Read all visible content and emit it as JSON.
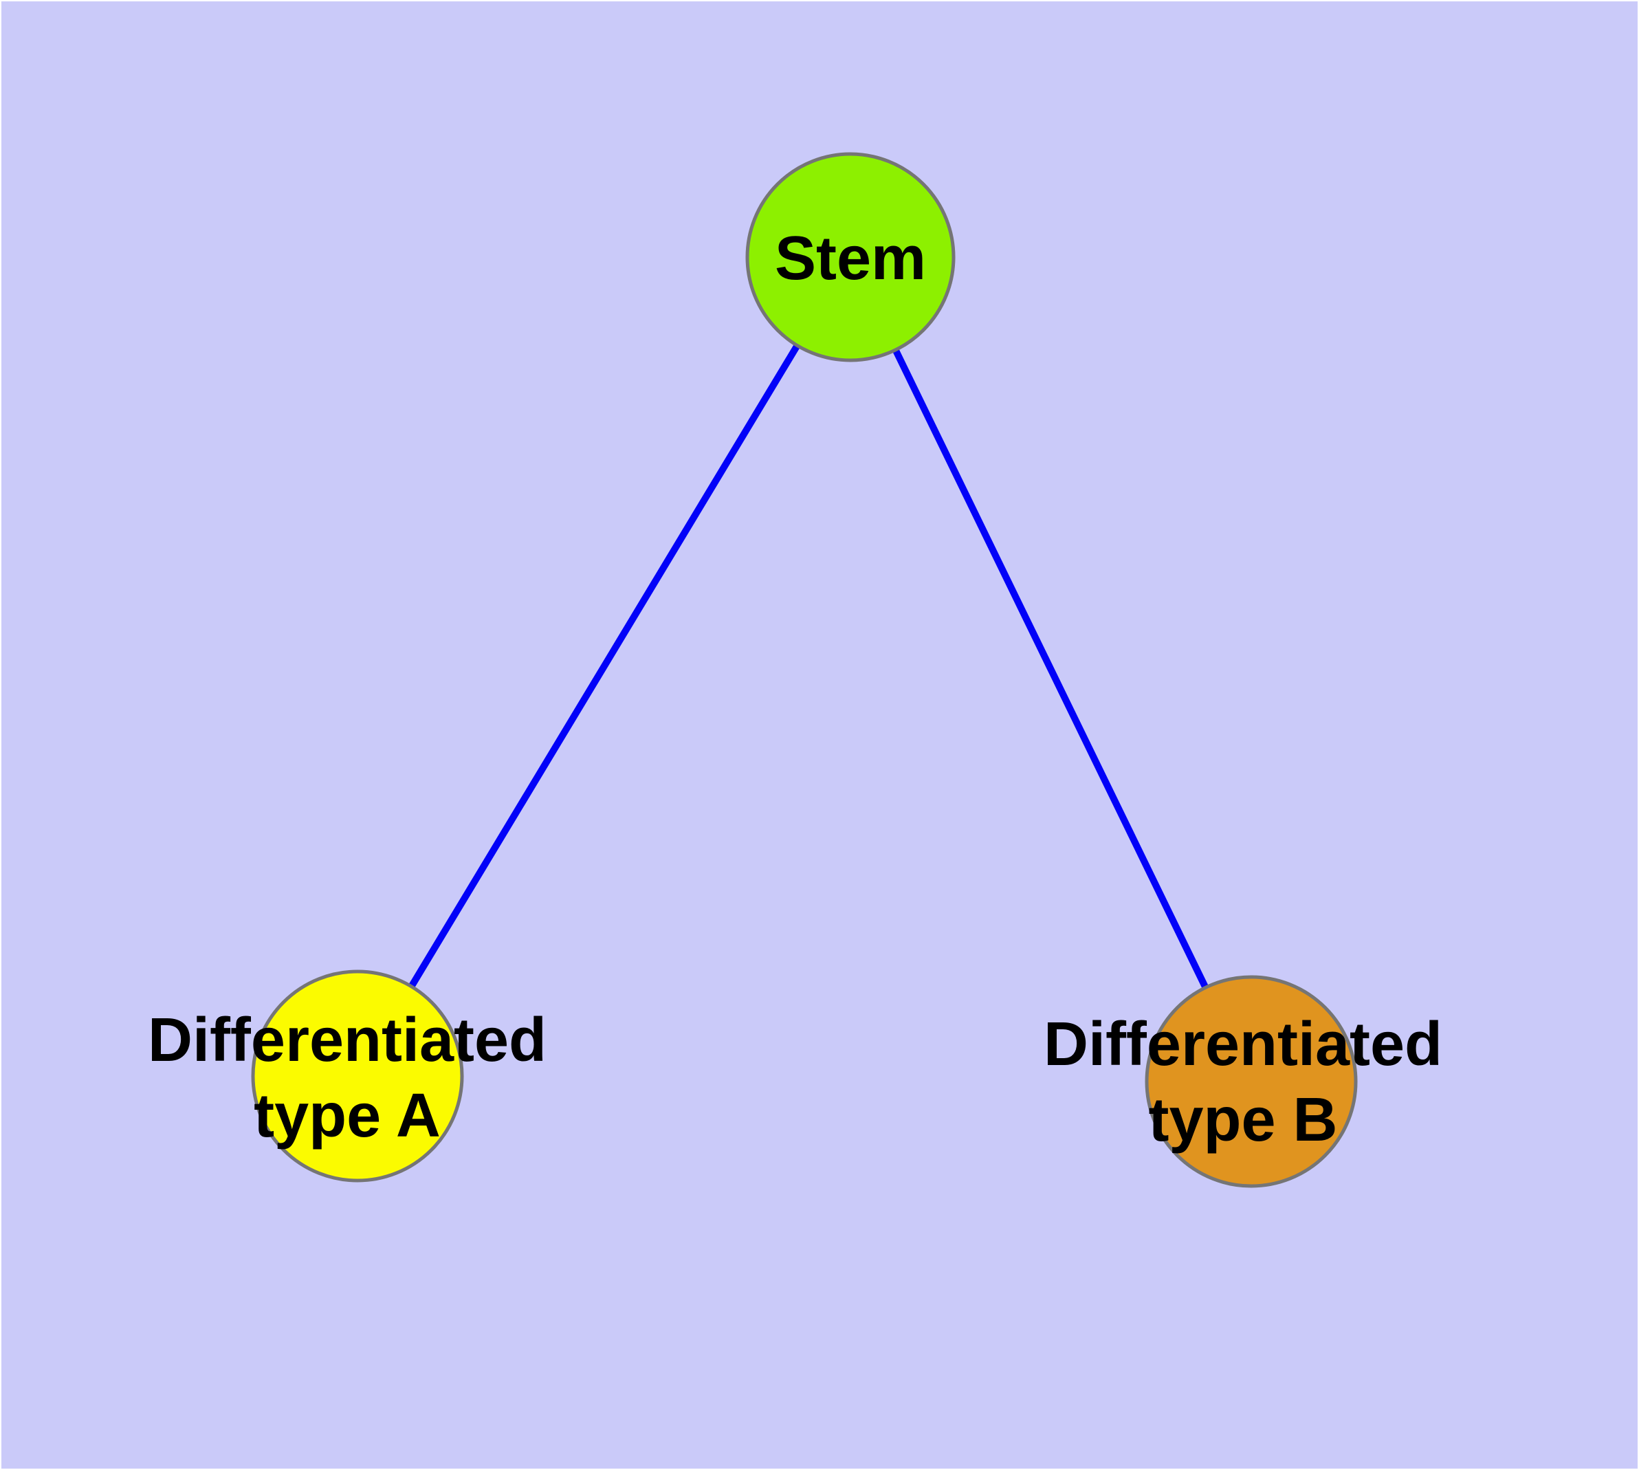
{
  "diagram": {
    "background_color": "#CACAF9",
    "edge_color": "#0202F8",
    "node_border_color": "#757575",
    "label_color": "#000000",
    "nodes": {
      "stem": {
        "label": "Stem",
        "fill": "#8DF000"
      },
      "type_a": {
        "label_line1": "Differentiated",
        "label_line2": "type A",
        "fill": "#FBFB00"
      },
      "type_b": {
        "label_line1": "Differentiated",
        "label_line2": "type B",
        "fill": "#E0941F"
      }
    },
    "edges": [
      {
        "from": "Stem",
        "to": "Differentiated type A"
      },
      {
        "from": "Stem",
        "to": "Differentiated type B"
      }
    ]
  }
}
